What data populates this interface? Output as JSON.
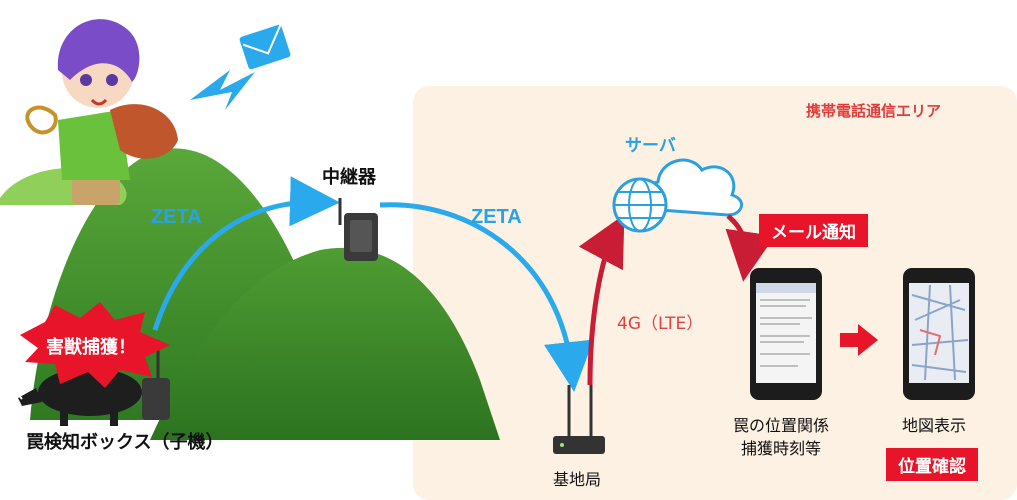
{
  "area": {
    "label": "携帯電話通信エリア"
  },
  "server": {
    "label": "サーバ"
  },
  "relay": {
    "label": "中継器"
  },
  "links": {
    "zeta_left": "ZETA",
    "zeta_right": "ZETA",
    "lte": "4G（LTE）"
  },
  "alert": {
    "capture": "害獣捕獲！"
  },
  "mail": {
    "label": "メール通知"
  },
  "device": {
    "label": "罠検知ボックス（子機）"
  },
  "base_station": {
    "label": "基地局"
  },
  "phone_mail": {
    "line1": "罠の位置関係",
    "line2": "捕獲時刻等"
  },
  "phone_map": {
    "label": "地図表示"
  },
  "confirm": {
    "label": "位置確認"
  },
  "colors": {
    "area_bg": "#fdf1e3",
    "hill_dark": "#3d8f2a",
    "hill_mid": "#4a9a30",
    "zeta_arrow": "#2aa9ec",
    "lte_arrow": "#d6203a",
    "alert_red": "#e8142a"
  }
}
